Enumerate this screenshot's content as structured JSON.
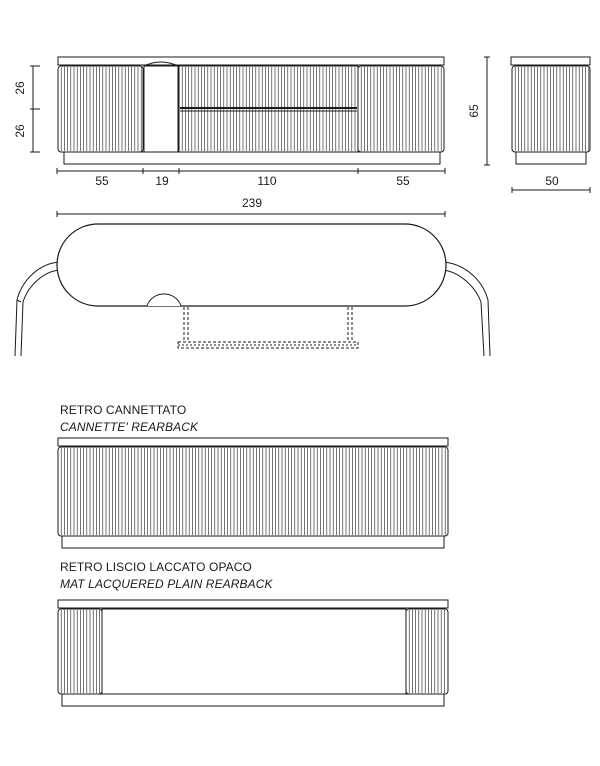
{
  "dimensions": {
    "front_heights": [
      "26",
      "26"
    ],
    "total_height": "65",
    "widths": [
      "55",
      "19",
      "110",
      "55"
    ],
    "side_depth": "50",
    "total_width": "239"
  },
  "rearback_options": [
    {
      "title": "RETRO CANNETTATO",
      "subtitle": "CANNETTE' REARBACK"
    },
    {
      "title": "RETRO LISCIO LACCATO OPACO",
      "subtitle": "MAT LACQUERED PLAIN REARBACK"
    }
  ],
  "colors": {
    "line": "#1a1a1a",
    "background": "#ffffff"
  }
}
